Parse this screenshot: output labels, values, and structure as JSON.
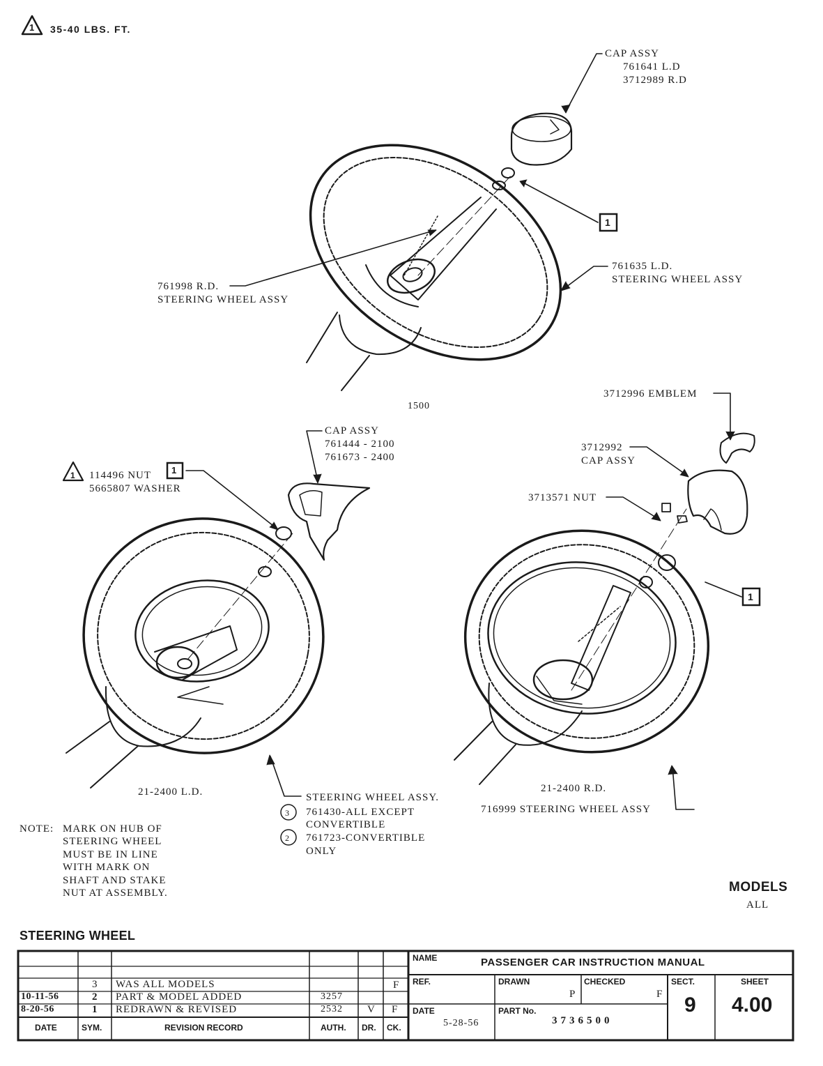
{
  "header_note": {
    "symbol": "1",
    "text": "35-40 LBS. FT."
  },
  "center_code": "1500",
  "top_assembly": {
    "cap": {
      "title": "CAP ASSY",
      "ld": "761641 L.D",
      "rd": "3712989 R.D"
    },
    "callout": "1",
    "rd_wheel": {
      "part": "761998 R.D.",
      "name": "STEERING WHEEL ASSY"
    },
    "ld_wheel": {
      "part": "761635 L.D.",
      "name": "STEERING WHEEL ASSY"
    }
  },
  "left_assembly": {
    "cap": {
      "title": "CAP ASSY",
      "line1": "761444 - 2100",
      "line2": "761673 - 2400"
    },
    "nut": {
      "symbol": "1",
      "nut": "114496 NUT",
      "washer": "5665807 WASHER",
      "callout": "1"
    },
    "model": "21-2400 L.D.",
    "wheel": {
      "title": "STEERING WHEEL ASSY.",
      "option1_symbol": "3",
      "option1_line1": "761430-ALL EXCEPT",
      "option1_line2": "CONVERTIBLE",
      "option2_symbol": "2",
      "option2_line1": "761723-CONVERTIBLE",
      "option2_line2": "ONLY"
    }
  },
  "right_assembly": {
    "emblem": "3712996 EMBLEM",
    "cap": {
      "part": "3712992",
      "name": "CAP ASSY"
    },
    "nut": "3713571 NUT",
    "callout": "1",
    "model": "21-2400 R.D.",
    "wheel": "716999 STEERING WHEEL ASSY"
  },
  "note": {
    "label": "NOTE:",
    "lines": [
      "MARK ON HUB OF",
      "STEERING WHEEL",
      "MUST BE IN LINE",
      "WITH MARK ON",
      "SHAFT AND STAKE",
      "NUT AT ASSEMBLY."
    ]
  },
  "models": {
    "title": "MODELS",
    "value": "ALL"
  },
  "section_title": "STEERING WHEEL",
  "title_block": {
    "revisions": [
      {
        "date": "",
        "sym": "3",
        "record": "WAS ALL MODELS",
        "auth": "",
        "dr": "",
        "ck": "F"
      },
      {
        "date": "10-11-56",
        "sym": "2",
        "record": "PART & MODEL ADDED",
        "auth": "3257",
        "dr": "",
        "ck": ""
      },
      {
        "date": "8-20-56",
        "sym": "1",
        "record": "REDRAWN & REVISED",
        "auth": "2532",
        "dr": "V",
        "ck": "F"
      }
    ],
    "headers": {
      "date": "DATE",
      "sym": "SYM.",
      "record": "REVISION RECORD",
      "auth": "AUTH.",
      "dr": "DR.",
      "ck": "CK."
    },
    "name_label": "NAME",
    "name_value": "PASSENGER CAR INSTRUCTION MANUAL",
    "ref_label": "REF.",
    "drawn_label": "DRAWN",
    "drawn_value": "P",
    "checked_label": "CHECKED",
    "checked_value": "F",
    "sect_label": "SECT.",
    "sect_value": "9",
    "sheet_label": "SHEET",
    "sheet_value": "4.00",
    "date_label": "DATE",
    "date_value": "5-28-56",
    "partno_label": "PART No.",
    "partno_value": "3736500"
  }
}
